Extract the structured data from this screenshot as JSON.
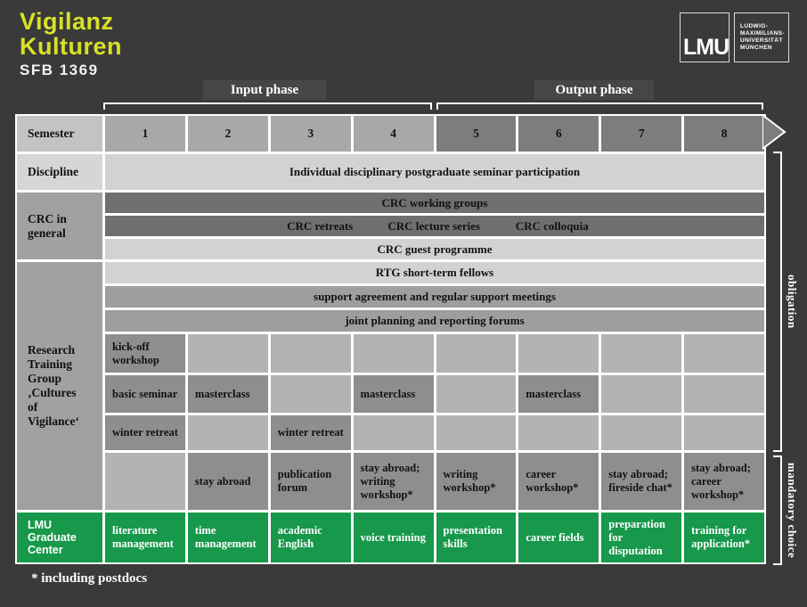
{
  "brand": {
    "line1": "Vigilanz",
    "line2": "Kulturen",
    "line3": "SFB 1369"
  },
  "logo": {
    "acronym": "LMU",
    "name_lines": [
      "LUDWIG-",
      "MAXIMILIANS-",
      "UNIVERSITÄT",
      "MÜNCHEN"
    ]
  },
  "phases": {
    "input": "Input phase",
    "output": "Output phase"
  },
  "table": {
    "row_labels": {
      "semester": "Semester",
      "discipline": "Discipline",
      "crc": "CRC in general",
      "rtg": "Research Training Group ‚Cultures of Vigilance‘",
      "graduate_center": "LMU Graduate Center"
    },
    "semesters": [
      "1",
      "2",
      "3",
      "4",
      "5",
      "6",
      "7",
      "8"
    ],
    "discipline_bar": "Individual disciplinary postgraduate seminar participation",
    "crc_bars": {
      "working_groups": "CRC working groups",
      "retreats": "CRC retreats",
      "lecture_series": "CRC lecture series",
      "colloquia": "CRC colloquia",
      "guest_programme": "CRC guest programme"
    },
    "rtg_bars": {
      "short_term_fellows": "RTG short-term fellows",
      "support_agreement": "support agreement and regular support meetings",
      "joint_planning": "joint planning and reporting forums"
    },
    "rows": {
      "kickoff": [
        "kick-off workshop",
        "",
        "",
        "",
        "",
        "",
        "",
        ""
      ],
      "seminar": [
        "basic seminar",
        "masterclass",
        "",
        "masterclass",
        "",
        "masterclass",
        "",
        ""
      ],
      "retreat": [
        "winter retreat",
        "",
        "winter retreat",
        "",
        "",
        "",
        "",
        ""
      ],
      "choice": [
        "",
        "stay abroad",
        "publication forum",
        "stay abroad; writing workshop*",
        "writing workshop*",
        "career workshop*",
        "stay abroad; fireside chat*",
        "stay abroad; career workshop*"
      ],
      "graduate_center": [
        "literature management",
        "time management",
        "academic English",
        "voice training",
        "presentation skills",
        "career fields",
        "preparation for disputation",
        "training for application*"
      ]
    }
  },
  "side_labels": {
    "obligation": "obligation",
    "mandatory_choice": "mandatory choice"
  },
  "footnote": "* including postdocs",
  "colors": {
    "background": "#3a3a3a",
    "accent_green": "#17984b",
    "brand_yellow": "#d8e125"
  }
}
